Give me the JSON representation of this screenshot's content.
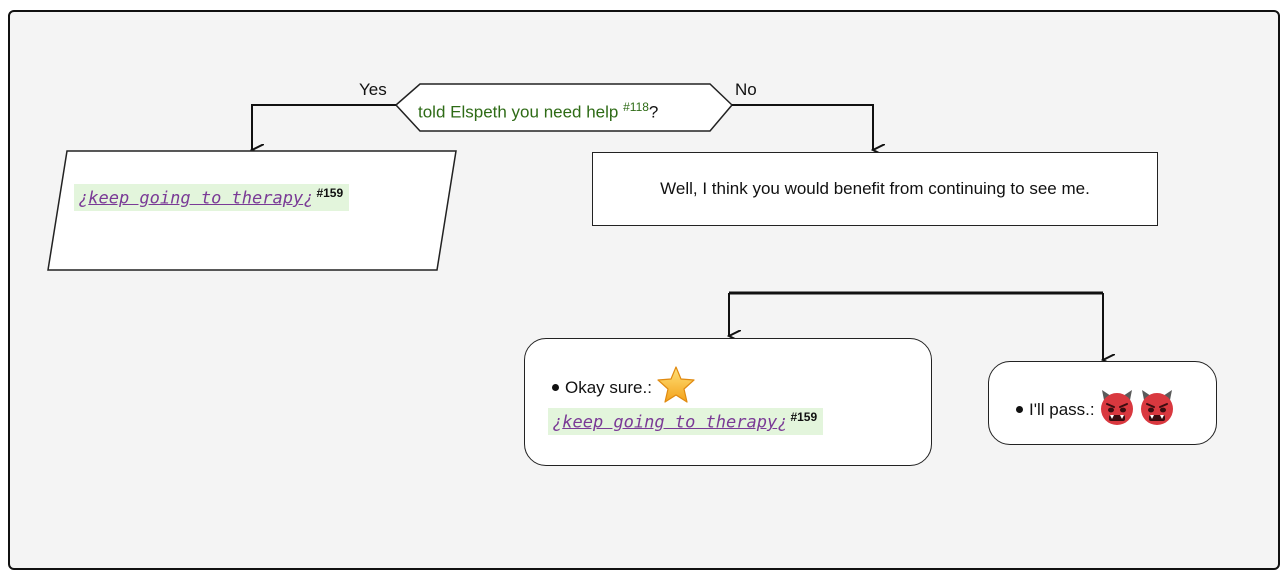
{
  "decision": {
    "text": "told Elspeth you need help",
    "ref": "#118",
    "suffix": "?",
    "yes_label": "Yes",
    "no_label": "No"
  },
  "yes_branch": {
    "open_mark": "¿",
    "link_text": "keep going to therapy",
    "close_mark": "¿",
    "ref": "#159"
  },
  "no_branch": {
    "message": "Well, I think you would benefit from continuing to see me."
  },
  "options": [
    {
      "label": "Okay sure.:",
      "icon": "star-icon",
      "open_mark": "¿",
      "link_text": "keep going to therapy",
      "close_mark": "¿",
      "ref": "#159"
    },
    {
      "label": "I'll pass.:",
      "icon": "angry-devil-icon"
    }
  ],
  "colors": {
    "decision_text": "#2e6b16",
    "link": "#7a3a96",
    "callout_bg": "#e3f5dc",
    "canvas_bg": "#f4f4f4"
  }
}
